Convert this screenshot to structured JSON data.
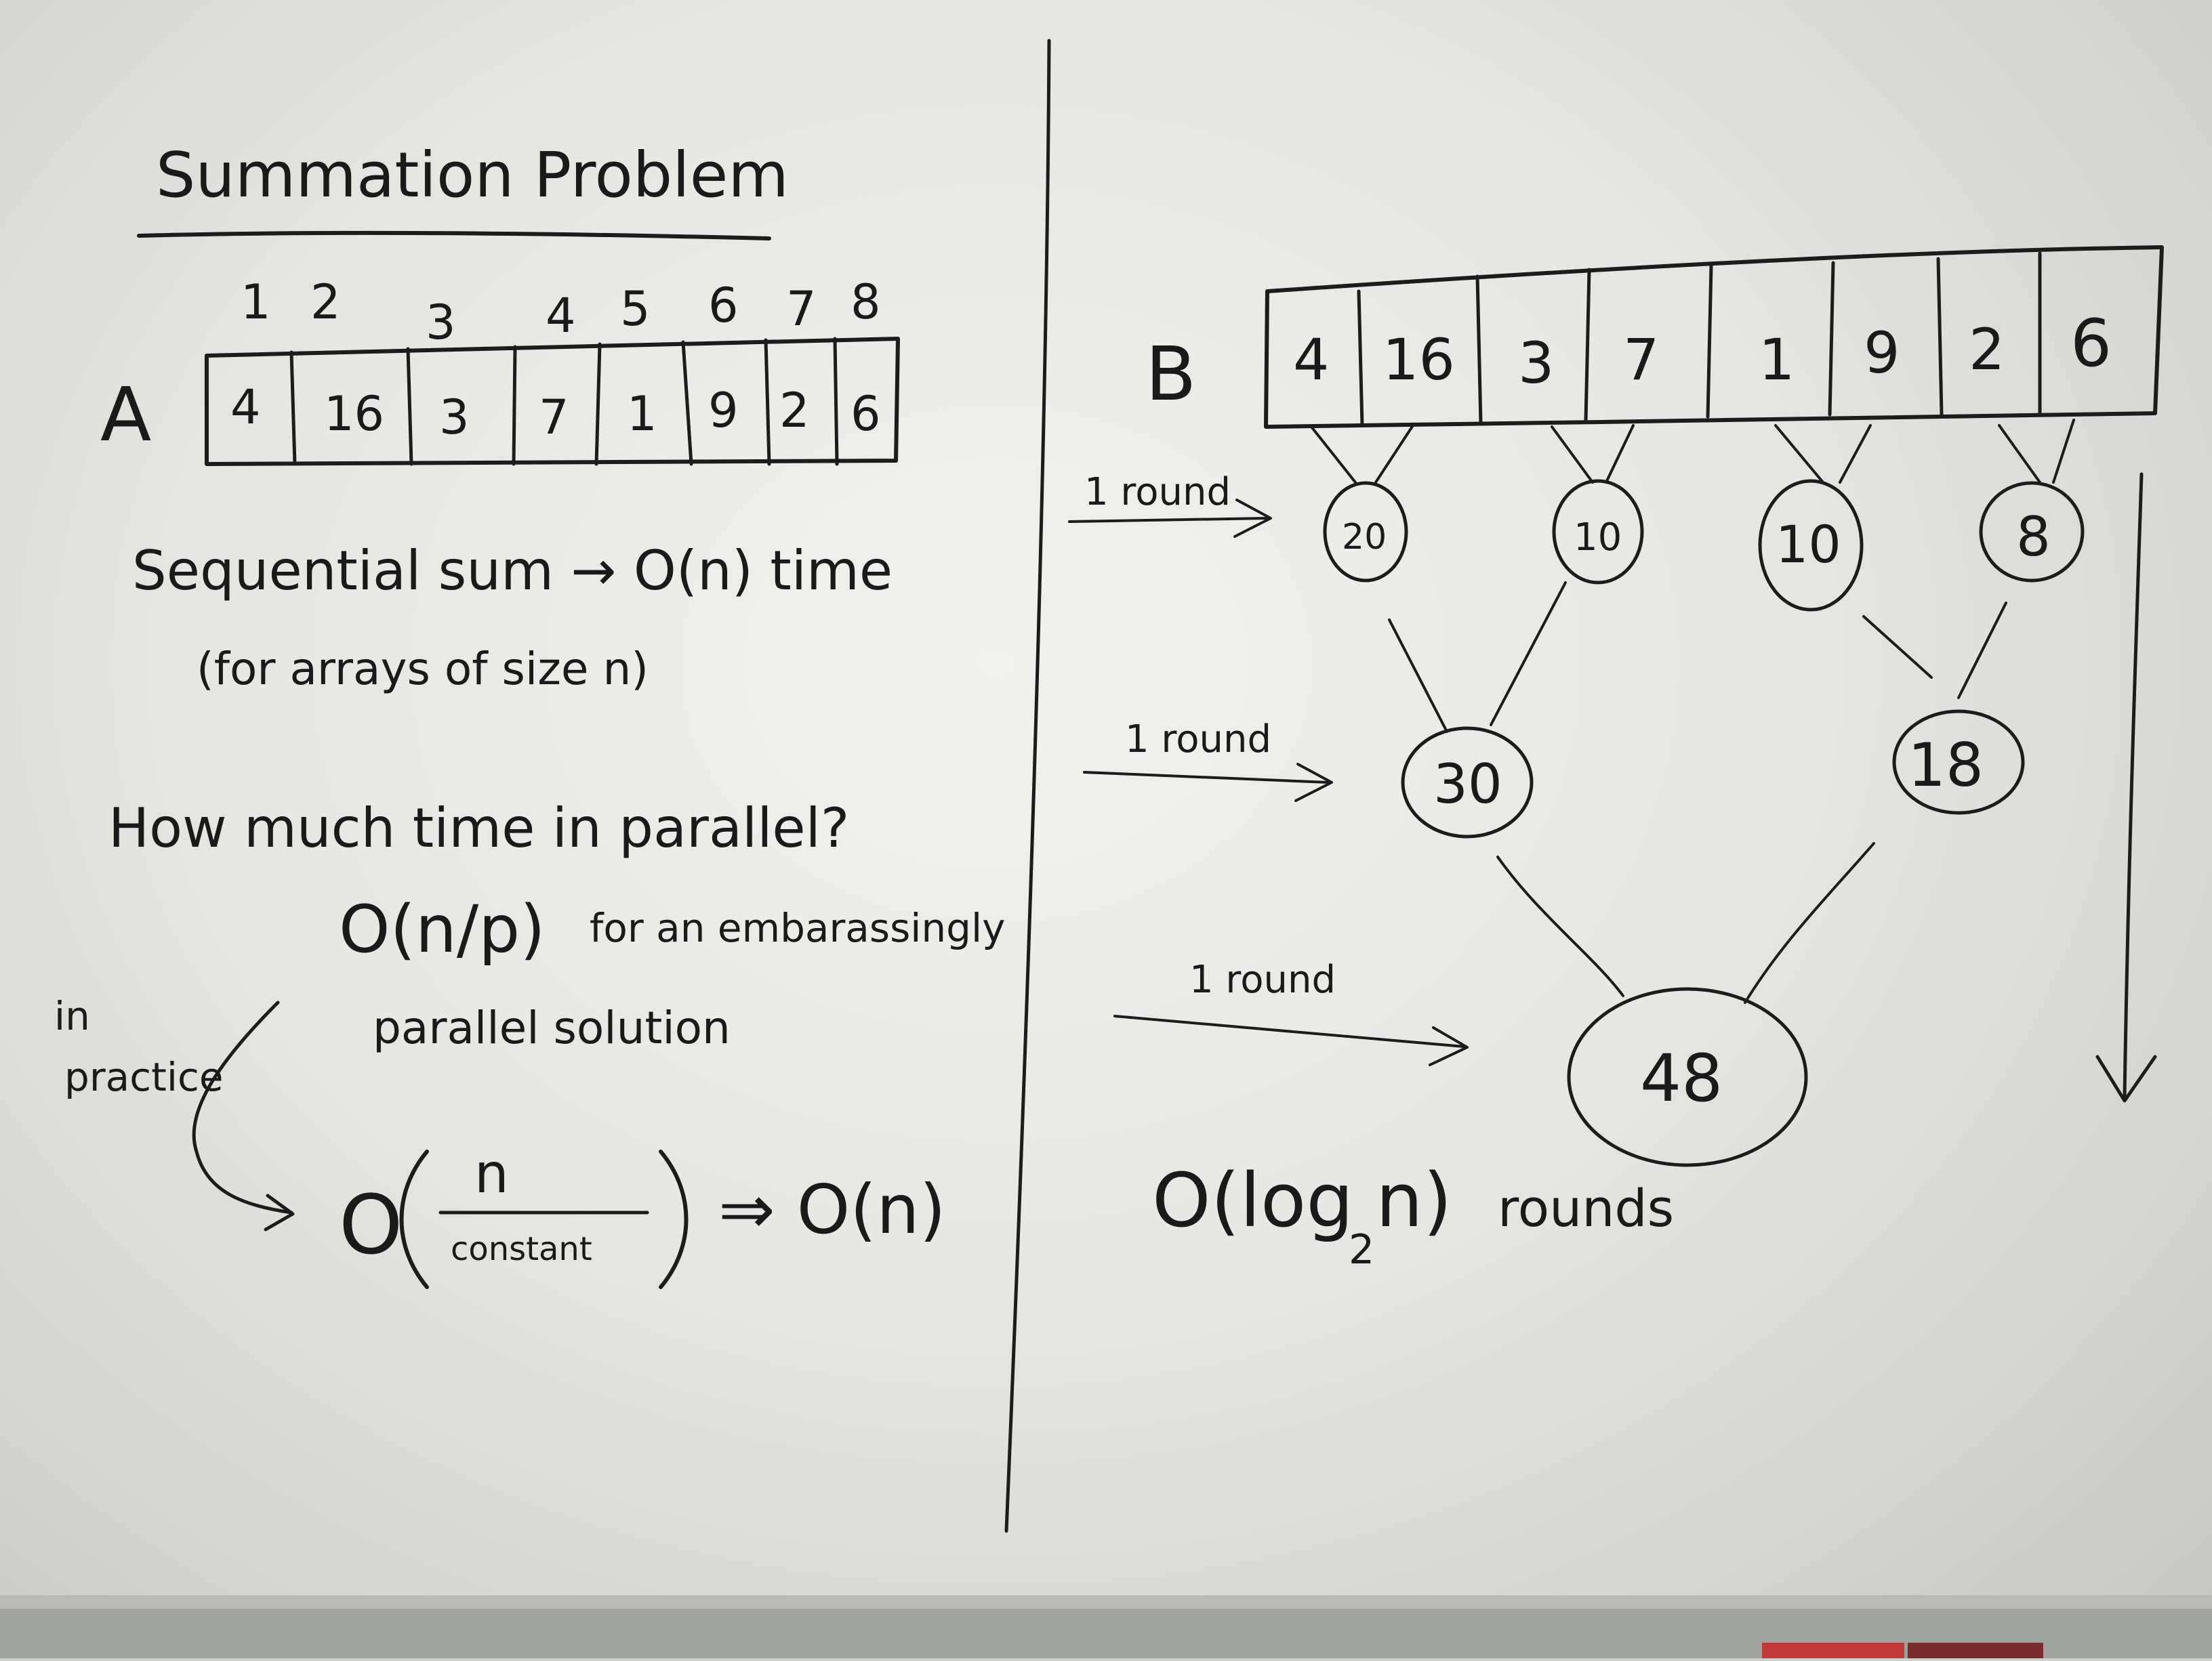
{
  "title": "Summation Problem",
  "left": {
    "index_labels": [
      "1",
      "2",
      "3",
      "4",
      "5",
      "6",
      "7",
      "8"
    ],
    "array_name": "A",
    "array_values": [
      "4",
      "16",
      "3",
      "7",
      "1",
      "9",
      "2",
      "6"
    ],
    "sequential_line1": "Sequential sum → O(n) time",
    "sequential_line2": "(for arrays of size n)",
    "question": "How much time in parallel?",
    "parallel_line1_expr": "O(n/p)",
    "parallel_line1_text": "for an embarassingly",
    "parallel_line2_text": "parallel solution",
    "side_note_line1": "in",
    "side_note_line2": "practice",
    "practice_expr_lhs": "O",
    "practice_numerator": "n",
    "practice_denominator": "constant",
    "practice_result": "⇒ O(n)"
  },
  "right": {
    "array_name": "B",
    "array_values": [
      "4",
      "16",
      "3",
      "7",
      "1",
      "9",
      "2",
      "6"
    ],
    "round_label": "1 round",
    "level1_sums": [
      "20",
      "10",
      "10",
      "8"
    ],
    "level2_sums": [
      "30",
      "18"
    ],
    "level3_sums": [
      "48"
    ],
    "complexity_O": "O(log",
    "complexity_sub": "2",
    "complexity_n": "n)",
    "complexity_suffix": "rounds"
  },
  "colors": {
    "ink": "#1c1c1c",
    "board": "#e9eae6",
    "frame": "#9fa19d"
  }
}
